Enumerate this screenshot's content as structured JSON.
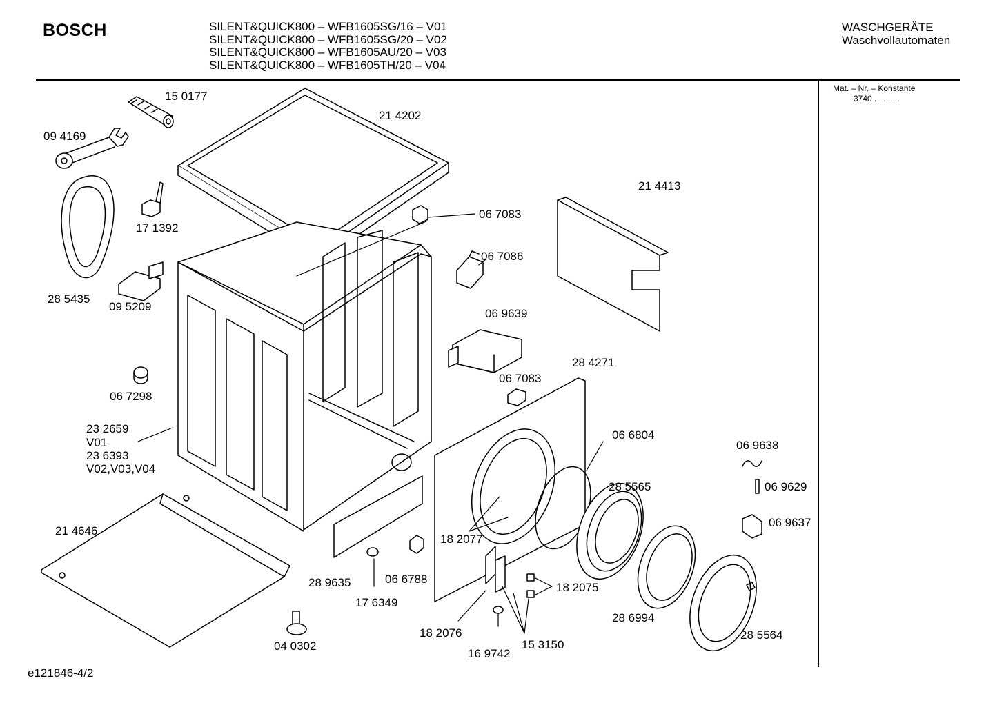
{
  "header": {
    "brand": "BOSCH",
    "models": [
      "SILENT&QUICK800 – WFB1605SG/16 – V01",
      "SILENT&QUICK800 – WFB1605SG/20 – V02",
      "SILENT&QUICK800 – WFB1605AU/20 – V03",
      "SILENT&QUICK800 – WFB1605TH/20 – V04"
    ],
    "category_line1": "WASCHGERÄTE",
    "category_line2": "Waschvollautomaten"
  },
  "sidebar": {
    "title": "Mat. – Nr. – Konstante",
    "value": "3740  .  .  .  .  .  ."
  },
  "footer": {
    "doc_id": "e121846-4/2"
  },
  "parts": {
    "p150177": "15 0177",
    "p094169": "09 4169",
    "p214202": "21 4202",
    "p171392": "17 1392",
    "p285435": "28 5435",
    "p095209": "09 5209",
    "p067083a": "06 7083",
    "p067086": "06 7086",
    "p214413": "21 4413",
    "p069639": "06 9639",
    "p067298": "06 7298",
    "p284271": "28 4271",
    "p067083b": "06 7083",
    "p232659_1": "23 2659",
    "p232659_2": "V01",
    "p232659_3": "23 6393",
    "p232659_4": "V02,V03,V04",
    "p066804": "06 6804",
    "p069638": "06 9638",
    "p285565": "28 5565",
    "p069629": "06 9629",
    "p214646": "21 4646",
    "p182077": "18 2077",
    "p069637": "06 9637",
    "p289635": "28 9635",
    "p066788": "06 6788",
    "p182075": "18 2075",
    "p176349": "17 6349",
    "p286994": "28 6994",
    "p182076": "18 2076",
    "p285564": "28 5564",
    "p040302": "04 0302",
    "p153150": "15 3150",
    "p169742": "16 9742"
  }
}
